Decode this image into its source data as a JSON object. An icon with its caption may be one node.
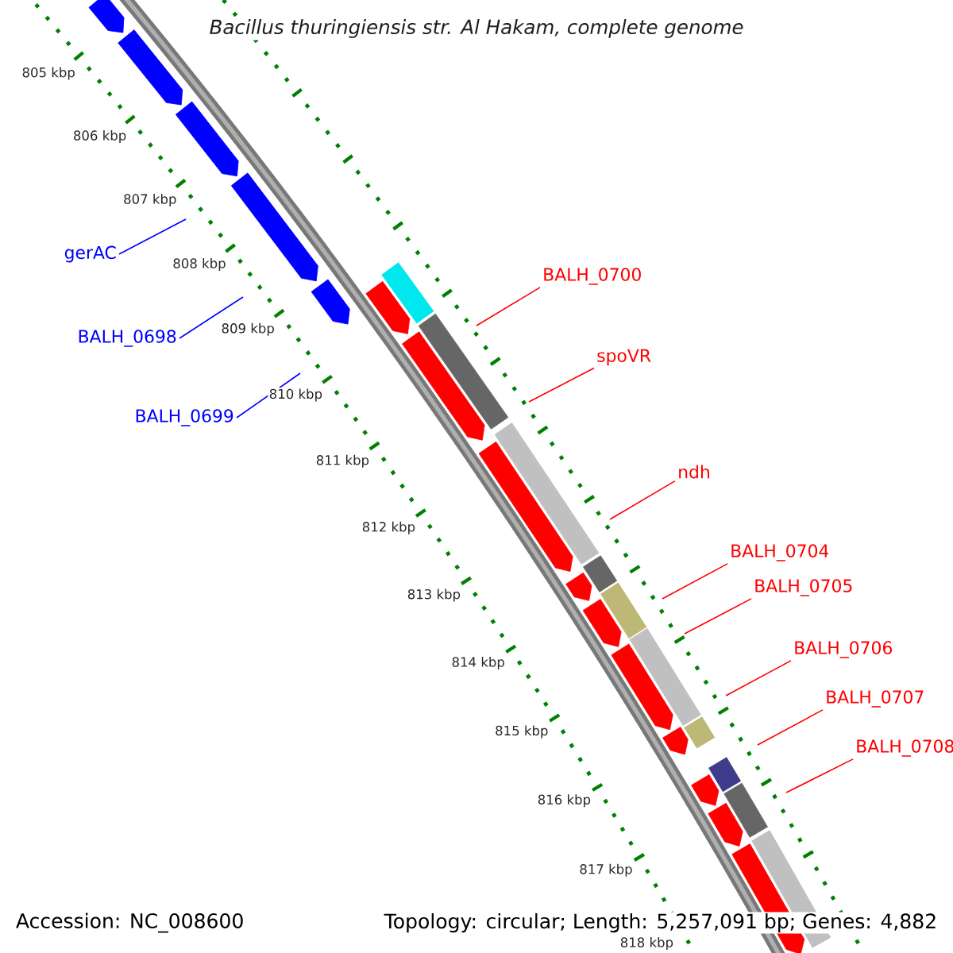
{
  "diagram": {
    "title": "Bacillus thuringiensis str. Al Hakam, complete genome",
    "nodes": [
      {
        "text": [
          "gerAC"
        ]
      },
      {
        "text": [
          "BALH_0698"
        ]
      },
      {
        "text": [
          "BALH_0699"
        ]
      },
      {
        "text": [
          "BALH_0700"
        ]
      },
      {
        "text": [
          "spoVR"
        ]
      },
      {
        "text": [
          "ndh"
        ]
      },
      {
        "text": [
          "BALH_0704"
        ]
      },
      {
        "text": [
          "BALH_0705"
        ]
      },
      {
        "text": [
          "BALH_0706"
        ]
      },
      {
        "text": [
          "BALH_0707"
        ]
      },
      {
        "text": [
          "BALH_0708"
        ]
      }
    ],
    "edges": [
      {
        "from": 0,
        "to": null,
        "arrow": "none",
        "color": "#0000ff"
      },
      {
        "from": 1,
        "to": null,
        "arrow": "none",
        "color": "#0000ff"
      },
      {
        "from": 2,
        "to": null,
        "arrow": "none",
        "color": "#0000ff"
      },
      {
        "from": 3,
        "to": null,
        "arrow": "none"
      },
      {
        "from": 4,
        "to": null,
        "arrow": "none"
      },
      {
        "from": 5,
        "to": null,
        "arrow": "none"
      },
      {
        "from": 6,
        "to": null,
        "arrow": "none"
      },
      {
        "from": 7,
        "to": null,
        "arrow": "none"
      },
      {
        "from": 8,
        "to": null,
        "arrow": "none"
      },
      {
        "from": 9,
        "to": null,
        "arrow": "none"
      },
      {
        "from": 10,
        "to": null,
        "arrow": "none"
      }
    ],
    "labels": [
      "805 kbp",
      "806 kbp",
      "807 kbp",
      "808 kbp",
      "809 kbp",
      "810 kbp",
      "811 kbp",
      "812 kbp",
      "813 kbp",
      "814 kbp",
      "815 kbp",
      "816 kbp",
      "817 kbp",
      "818 kbp",
      "Accession: NC_008600",
      "Topology: circular; Length: 5,257,091 bp; Genes: 4,882"
    ]
  }
}
